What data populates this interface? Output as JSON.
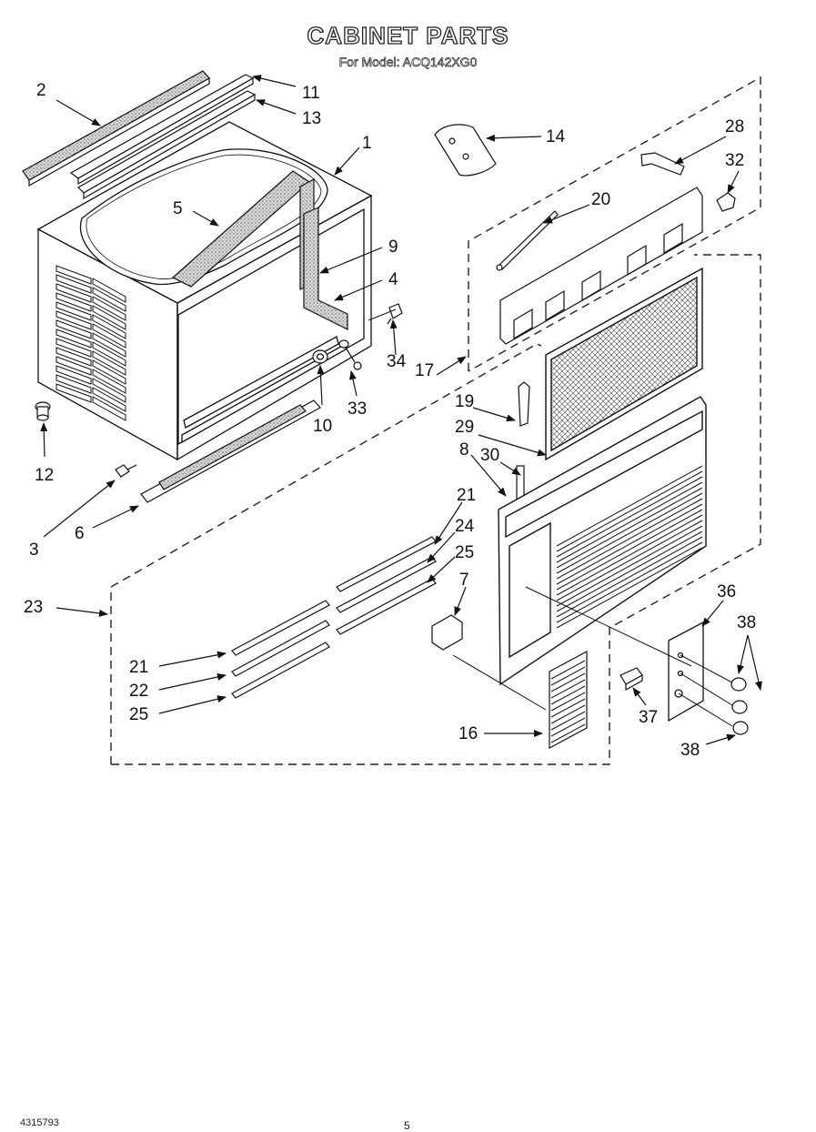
{
  "header": {
    "title": "CABINET PARTS",
    "subtitle": "For Model: ACQ142XG0"
  },
  "callouts": [
    {
      "id": "c1",
      "text": "1"
    },
    {
      "id": "c2",
      "text": "2"
    },
    {
      "id": "c3",
      "text": "3"
    },
    {
      "id": "c4",
      "text": "4"
    },
    {
      "id": "c5",
      "text": "5"
    },
    {
      "id": "c6",
      "text": "6"
    },
    {
      "id": "c7",
      "text": "7"
    },
    {
      "id": "c8",
      "text": "8"
    },
    {
      "id": "c9",
      "text": "9"
    },
    {
      "id": "c10",
      "text": "10"
    },
    {
      "id": "c11",
      "text": "11"
    },
    {
      "id": "c12",
      "text": "12"
    },
    {
      "id": "c13",
      "text": "13"
    },
    {
      "id": "c14",
      "text": "14"
    },
    {
      "id": "c16",
      "text": "16"
    },
    {
      "id": "c17",
      "text": "17"
    },
    {
      "id": "c19",
      "text": "19"
    },
    {
      "id": "c20",
      "text": "20"
    },
    {
      "id": "c21a",
      "text": "21"
    },
    {
      "id": "c21b",
      "text": "21"
    },
    {
      "id": "c22",
      "text": "22"
    },
    {
      "id": "c23",
      "text": "23"
    },
    {
      "id": "c24",
      "text": "24"
    },
    {
      "id": "c25a",
      "text": "25"
    },
    {
      "id": "c25b",
      "text": "25"
    },
    {
      "id": "c28",
      "text": "28"
    },
    {
      "id": "c29",
      "text": "29"
    },
    {
      "id": "c30",
      "text": "30"
    },
    {
      "id": "c32",
      "text": "32"
    },
    {
      "id": "c33",
      "text": "33"
    },
    {
      "id": "c34",
      "text": "34"
    },
    {
      "id": "c36",
      "text": "36"
    },
    {
      "id": "c37",
      "text": "37"
    },
    {
      "id": "c38a",
      "text": "38"
    },
    {
      "id": "c38b",
      "text": "38"
    }
  ],
  "footer": {
    "part_number": "4315793",
    "page": "5"
  }
}
